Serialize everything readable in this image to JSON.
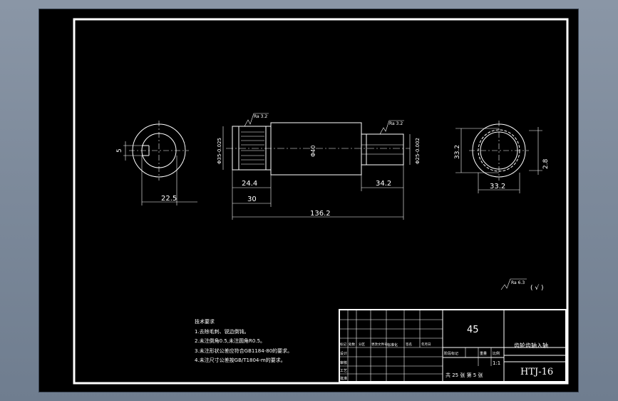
{
  "drawing": {
    "dimensions": {
      "d_22_5": "22.5",
      "d_5": "5",
      "d_24_4": "24.4",
      "d_30": "30",
      "d_136_2": "136.2",
      "d_34_2": "34.2",
      "d_phi35": "Φ35-0.025",
      "d_phi40": "Φ40",
      "d_phi25": "Φ25-0.002",
      "d_33_2_v": "33.2",
      "d_33_2_h": "33.2",
      "d_2_8": "2.8"
    },
    "roughness": {
      "r1": "Ra 3.2",
      "r2": "Ra 3.2",
      "r3": "Ra 6.3",
      "r3_paren": "( √ )"
    }
  },
  "tech_requirements": {
    "title": "技术要求",
    "items": [
      "1.去除毛刺、锐边倒钝。",
      "2.未注倒角0.5,未注圆角R0.5。",
      "3.未注形状公差应符合GB1184-80的要求。",
      "4.未注尺寸公差按GB/T1804-m的要求。"
    ]
  },
  "title_block": {
    "material": "45",
    "part_name": "齿轮齿轴入轴",
    "drawing_no": "HTJ-16",
    "scale": "1:1",
    "header_cells": [
      "标记",
      "处数",
      "分区",
      "更改文件号",
      "签名",
      "年月日"
    ],
    "row_labels": [
      "设计",
      "审核",
      "工艺",
      "批准"
    ],
    "standardize": "标准化",
    "stage_label": "阶段标记",
    "weight_label": "重量",
    "scale_label": "比例",
    "sheet_text": "共 25 张 第 5 张"
  }
}
